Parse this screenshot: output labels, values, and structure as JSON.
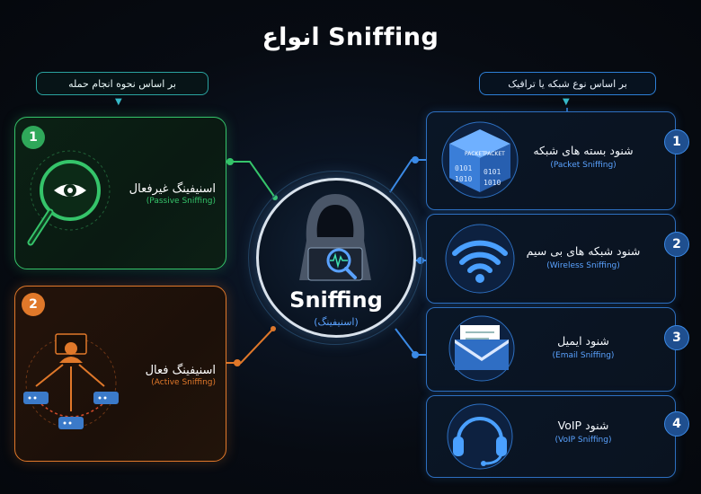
{
  "title": "انواع Sniffing",
  "left_header": "بر اساس نحوه انجام حمله",
  "right_header": "بر اساس نوع شبکه یا ترافیک",
  "center": {
    "title": "Sniffing",
    "subtitle": "(اسنیفینگ)"
  },
  "left_items": [
    {
      "number": "1",
      "label": "اسنیفینگ غیرفعال",
      "sublabel": "(Passive Sniffing)",
      "icon": "magnifier-eye-icon",
      "color": "#35c46a"
    },
    {
      "number": "2",
      "label": "اسنیفینگ فعال",
      "sublabel": "(Active Sniffing)",
      "icon": "hacker-network-icon",
      "color": "#e0782a"
    }
  ],
  "right_items": [
    {
      "number": "1",
      "label": "شنود بسته های شبکه",
      "sublabel": "(Packet Sniffing)",
      "icon": "packet-box-icon",
      "packet_text": "PACKET",
      "bits1": "0101",
      "bits2": "1010"
    },
    {
      "number": "2",
      "label": "شنود شبکه های بی سیم",
      "sublabel": "(Wireless Sniffing)",
      "icon": "wifi-icon"
    },
    {
      "number": "3",
      "label": "شنود ایمیل",
      "sublabel": "(Email Sniffing)",
      "icon": "email-envelope-icon"
    },
    {
      "number": "4",
      "label": "شنود VoIP",
      "sublabel": "(VoIP Sniffing)",
      "icon": "headset-icon"
    }
  ],
  "colors": {
    "accent_blue": "#3b8ae6",
    "green": "#35c46a",
    "orange": "#e0782a",
    "cyan": "#2aa3a0"
  }
}
